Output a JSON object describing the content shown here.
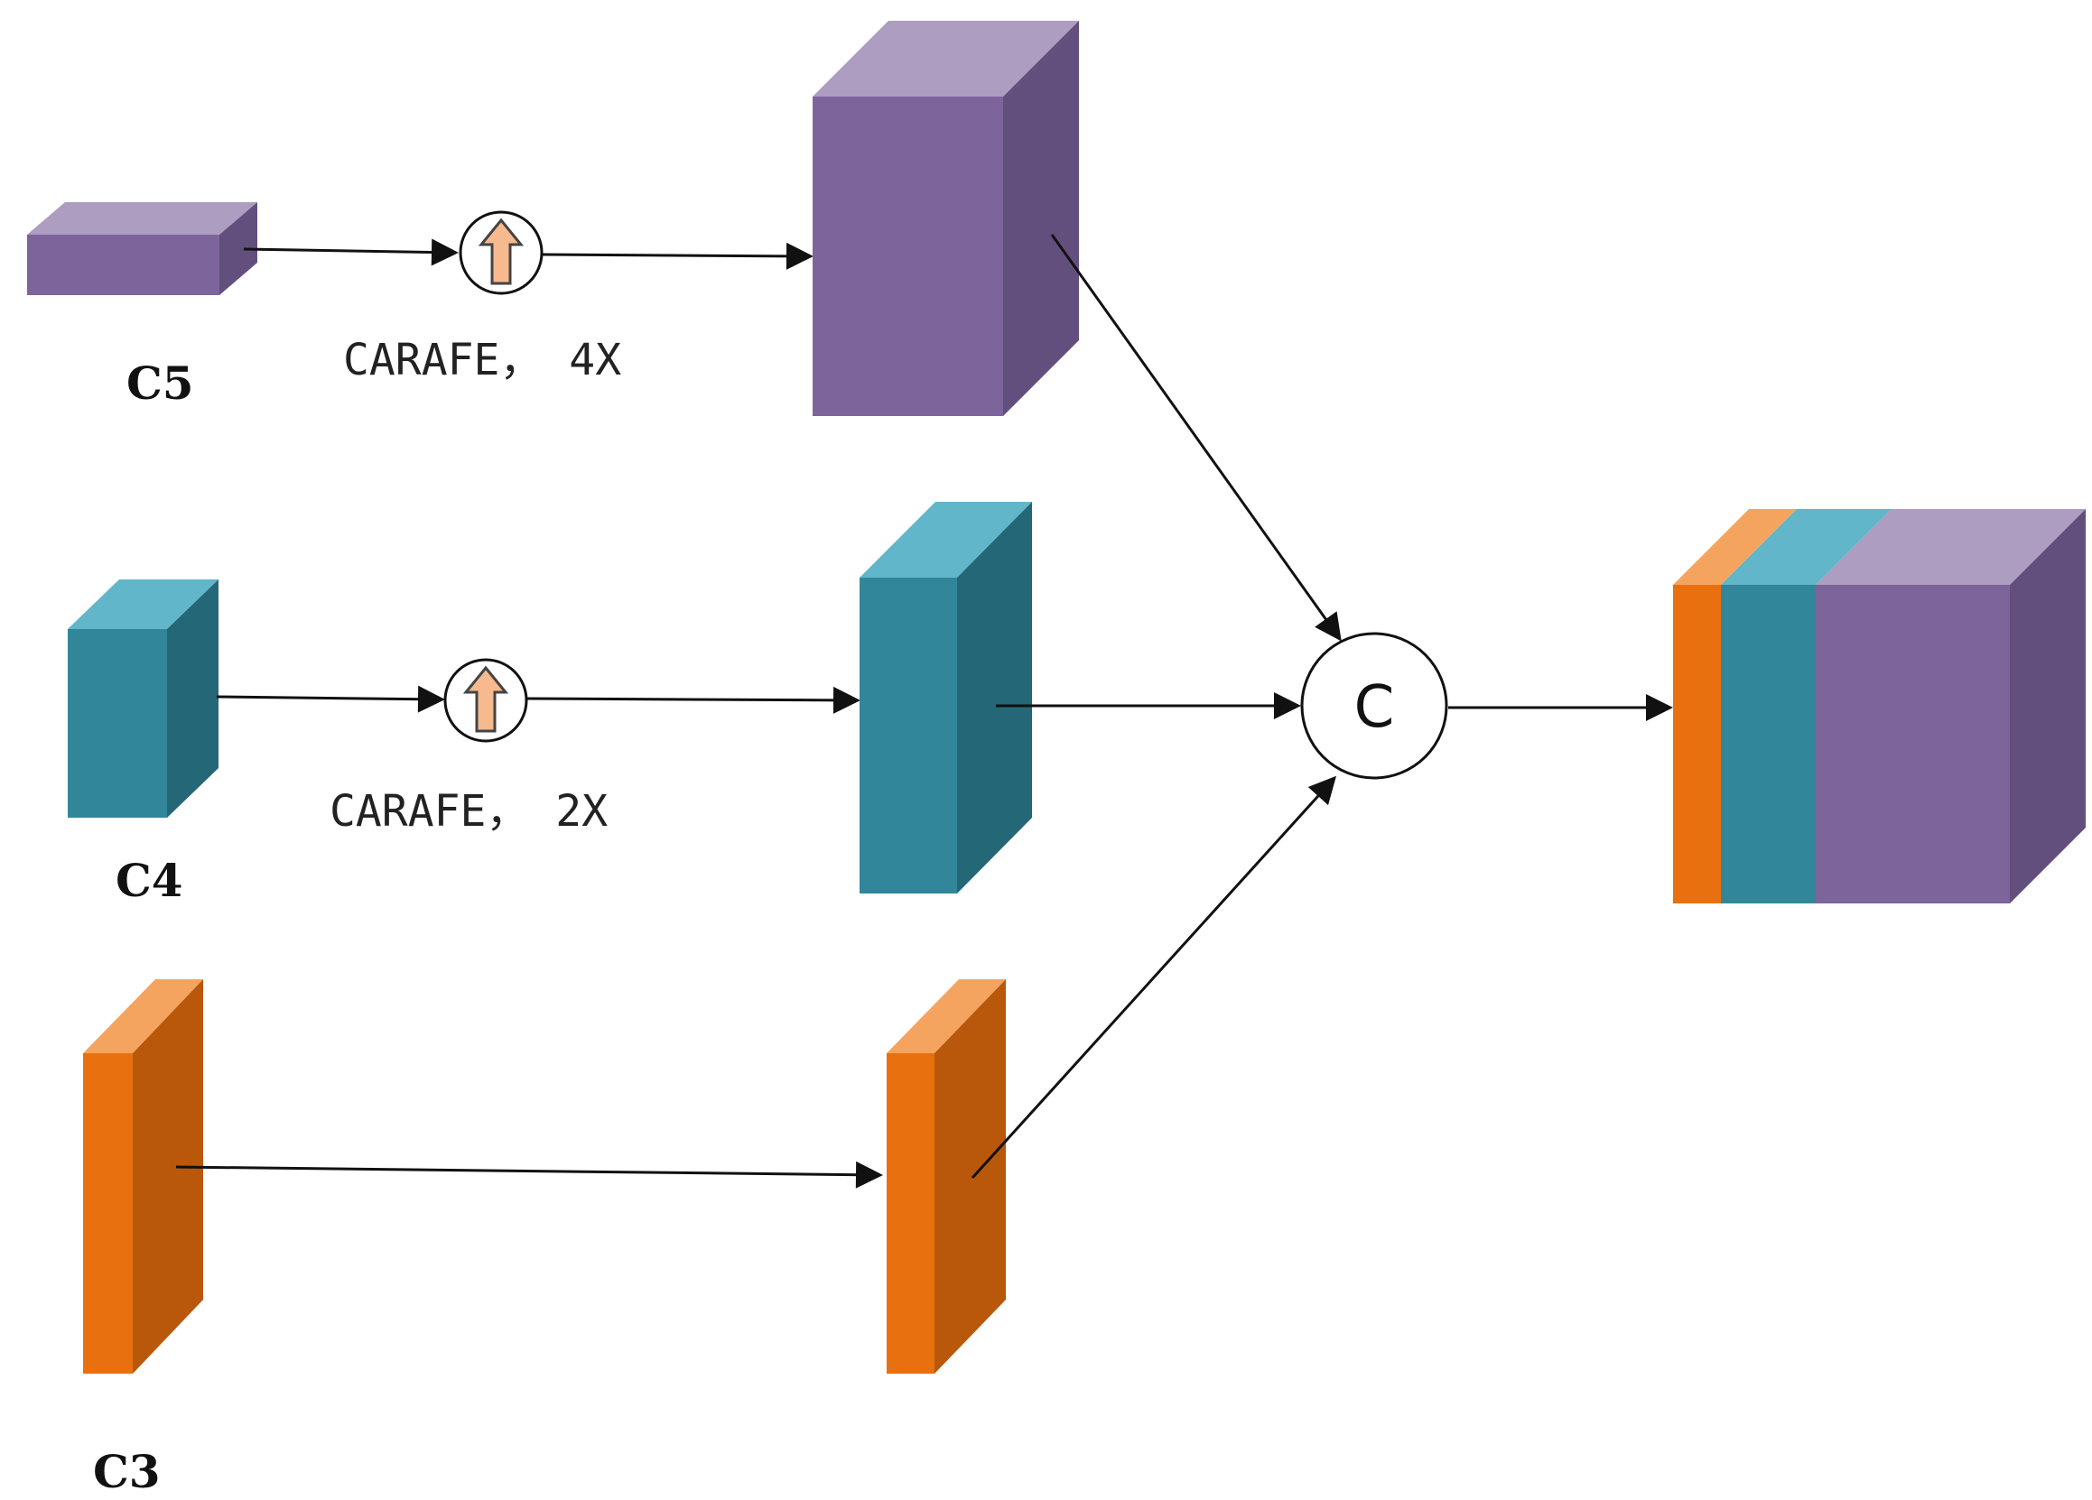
{
  "labels": {
    "c5": "C5",
    "c4": "C4",
    "c3": "C3",
    "op_top": "CARAFE， 4X",
    "op_mid": "CARAFE， 2X",
    "concat": "C"
  },
  "icons": {
    "upsample": "up-arrow-icon",
    "concat": "concat-circle-icon"
  },
  "colors": {
    "purple": {
      "front": "#7d649b",
      "top": "#ad9dc0",
      "side": "#634f7e"
    },
    "teal": {
      "front": "#32869a",
      "top": "#62b6ca",
      "side": "#246777"
    },
    "orange": {
      "front": "#e8700e",
      "top": "#f5a460",
      "side": "#b9580b"
    },
    "upsample_fill": "#f7b98e"
  }
}
